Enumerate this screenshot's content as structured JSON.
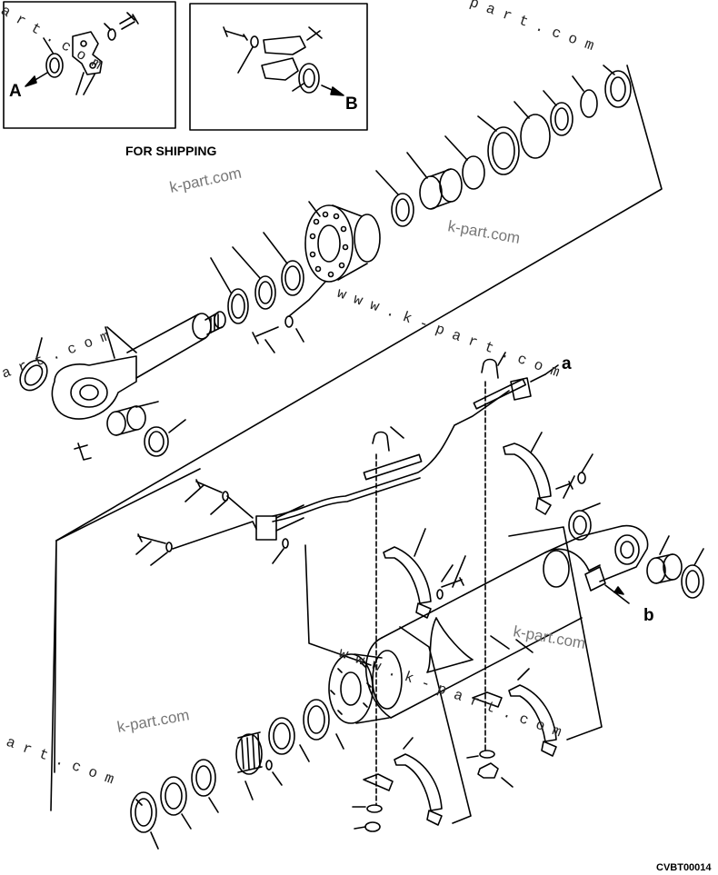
{
  "inset_note": "FOR SHIPPING",
  "inset_left": {
    "arrow_label": "A"
  },
  "inset_right": {
    "arrow_label": "B"
  },
  "callouts": {
    "a": "a",
    "b": "b"
  },
  "diagram_code": "CVBT00014",
  "watermarks": {
    "kpart_1": "k-part.com",
    "kpart_2": "k-part.com",
    "kpart_3": "k-part.com",
    "kpart_4": "k-part.com",
    "spaced_1": "a r t . c o m",
    "spaced_2": "p a r t . c o m",
    "spaced_3": "w w w . k - p a r t . c o m",
    "spaced_4": "a r t . c o m",
    "spaced_5": "w w w . k - p a r t . c o m",
    "spaced_6": "a r t . c o m"
  }
}
